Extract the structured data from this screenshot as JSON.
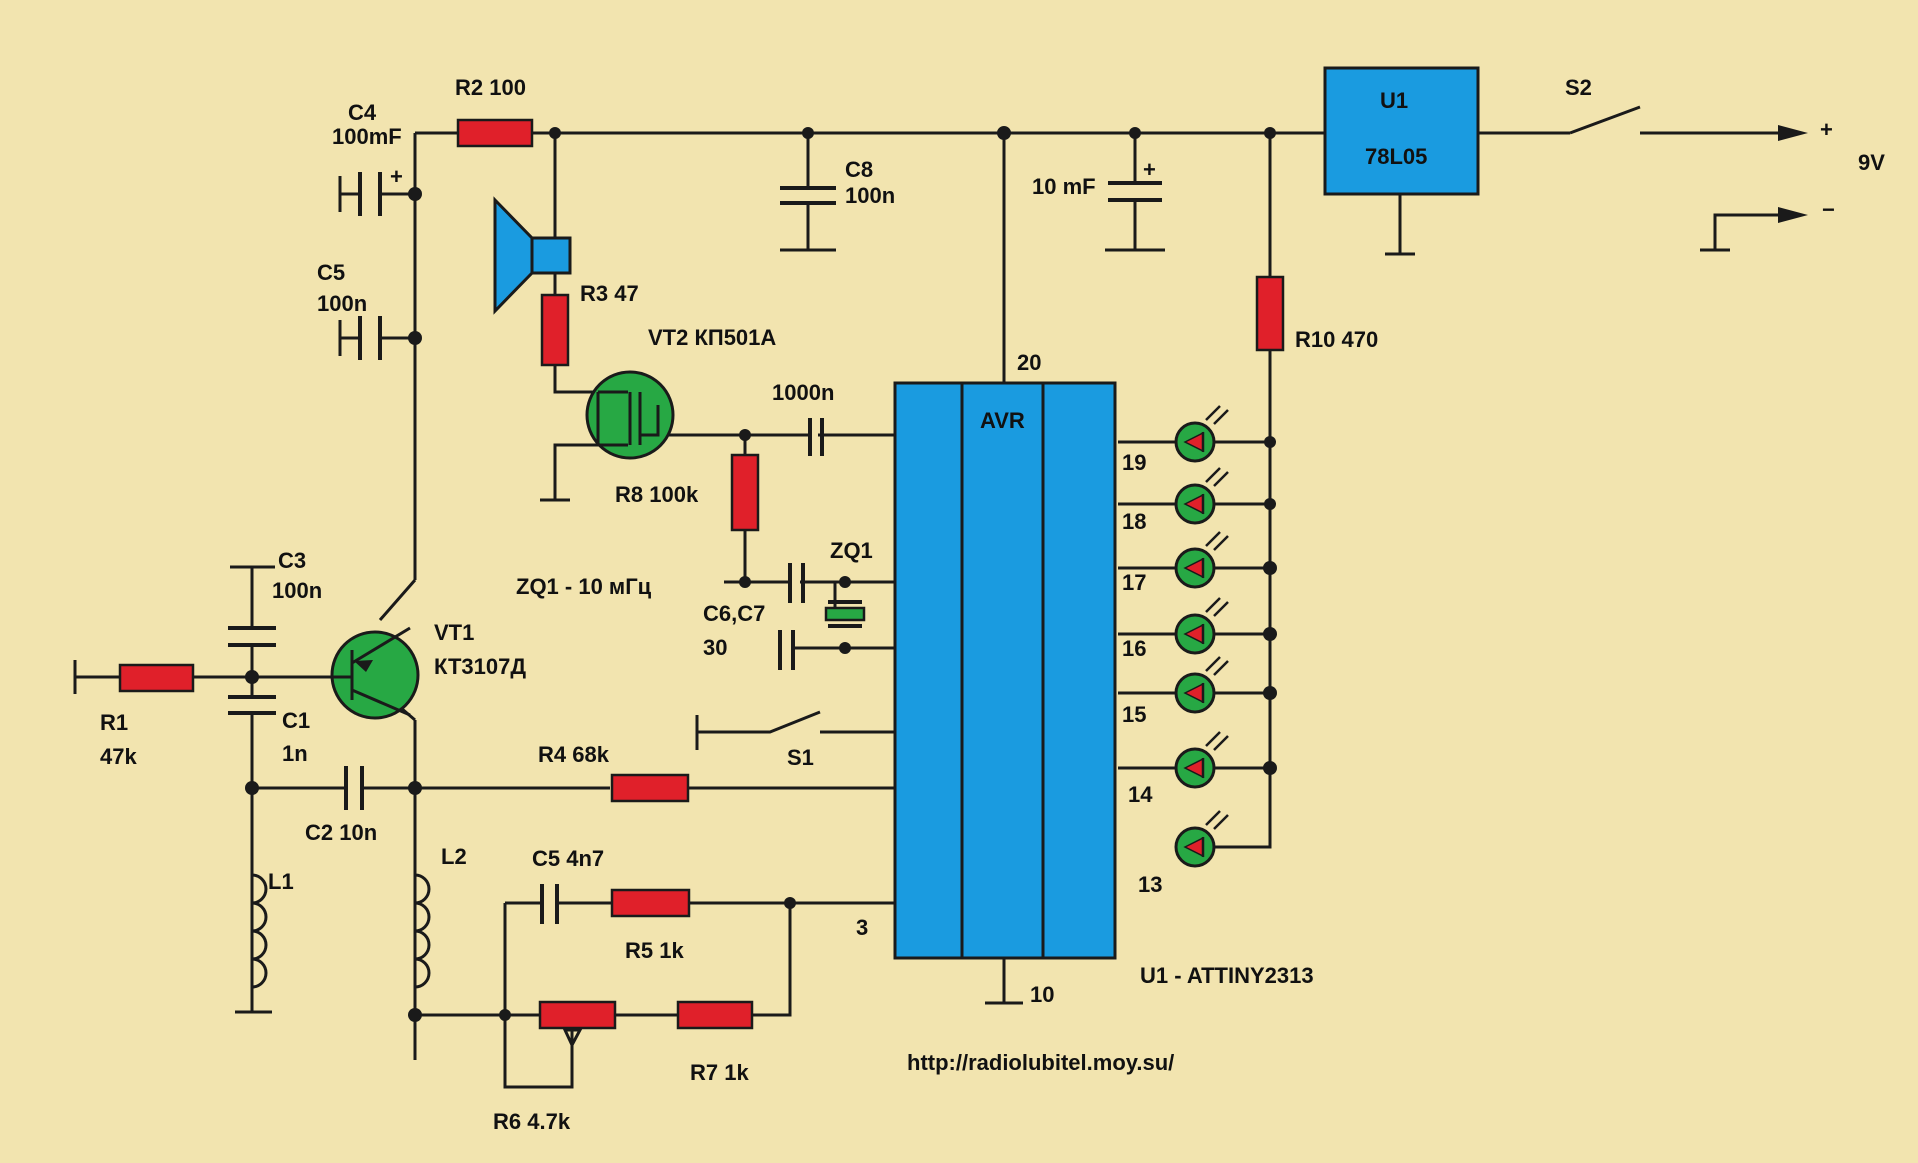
{
  "colors": {
    "background": "#F2E4AF",
    "resistor": "#E0202A",
    "transistor": "#27A844",
    "chip": "#1A9BE0",
    "wire": "#1a1a1a"
  },
  "labels": {
    "c4": "C4",
    "c4_val": "100mF",
    "r2": "R2  100",
    "c5a": "C5",
    "c5a_val": "100n",
    "r3": "R3  47",
    "vt2": "VT2  КП501А",
    "c8": "C8",
    "c8_val": "100n",
    "c10": "10 mF",
    "c10_plus": "+",
    "c4_plus": "+",
    "u1_name": "U1",
    "u1_part": "78L05",
    "s2": "S2",
    "plus": "+",
    "minus": "−",
    "vin": "9V",
    "r10": "R10  470",
    "pin20": "20",
    "cap1000": "1000n",
    "avr": "AVR",
    "r8": "R8 100k",
    "zq1": "ZQ1",
    "zq1_note": "ZQ1 - 10 мГц",
    "c3": "C3",
    "c3_val": "100n",
    "c6c7": "C6,C7",
    "c6c7_val": "30",
    "vt1": "VT1",
    "vt1_part": "КТ3107Д",
    "r1": "R1",
    "r1_val": "47k",
    "c1": "C1",
    "c1_val": "1n",
    "r4": "R4  68k",
    "s1": "S1",
    "c2": "C2  10n",
    "l2": "L2",
    "l1": "L1",
    "c5b": "C5  4n7",
    "r5": "R5  1k",
    "pin3": "3",
    "pin10": "10",
    "mcu": "U1 - ATTINY2313",
    "r7": "R7  1k",
    "r6": "R6  4.7k",
    "url": "http://radiolubitel.moy.su/",
    "led_pins": [
      "19",
      "18",
      "17",
      "16",
      "15",
      "14",
      "13"
    ]
  }
}
